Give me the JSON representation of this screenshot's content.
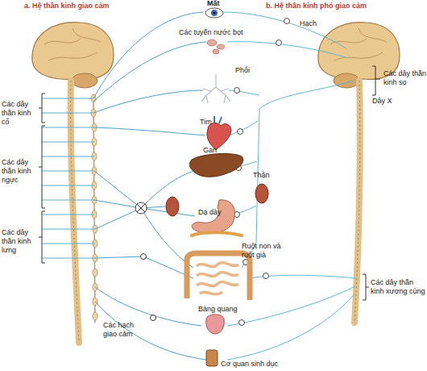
{
  "diagram": {
    "labels": [
      "a. Hệ thần kinh giao cảm",
      "Mắt",
      "b. Hệ thần kinh phó giao cảm",
      "Các tuyến nước bọt",
      "Hạch",
      "Phổi",
      "Các dây thần kinh sọ",
      "Dây X",
      "Các dây thần kinh cổ",
      "Tim",
      "Các dây thần kinh ngực",
      "Gan",
      "Thận",
      "Dạ dày",
      "Các dây thần kinh lưng",
      "Ruột non và ruột già",
      "Các dây thần kinh xương cùng",
      "Các hạch giao cảm",
      "Bàng quang",
      "Cơ quan sinh dục"
    ]
  }
}
